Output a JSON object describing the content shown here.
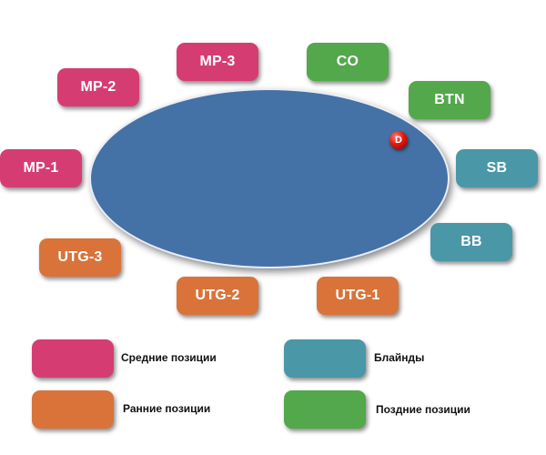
{
  "seats": {
    "mp3": "MP-3",
    "co": "CO",
    "mp2": "MP-2",
    "btn": "BTN",
    "mp1": "MP-1",
    "sb": "SB",
    "utg3": "UTG-3",
    "bb": "BB",
    "utg2": "UTG-2",
    "utg1": "UTG-1"
  },
  "dealer_button": "D",
  "legend": {
    "middle": "Средние позиции",
    "early": "Ранние позиции",
    "blinds": "Блайнды",
    "late": "Поздние позиции"
  },
  "colors": {
    "table": "#4471a6",
    "middle_positions": "#d53d72",
    "early_positions": "#d9733a",
    "late_positions": "#52a84a",
    "blinds": "#4a97a8",
    "dealer_button": "#e01a10"
  }
}
